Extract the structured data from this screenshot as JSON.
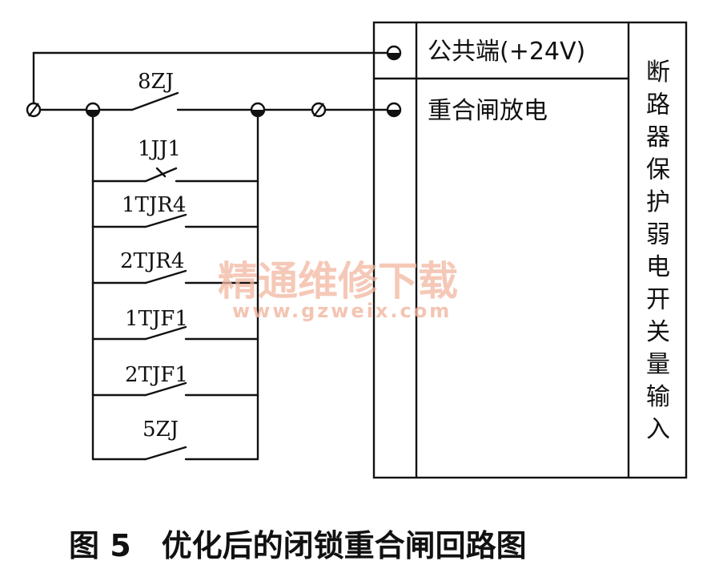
{
  "module": {
    "title": "断路器保护弱电开关量输入",
    "terminals": [
      {
        "label": "公共端(+24V)"
      },
      {
        "label": "重合闸放电"
      }
    ]
  },
  "contacts": [
    {
      "label": "8ZJ"
    },
    {
      "label": "1JJ1"
    },
    {
      "label": "1TJR4"
    },
    {
      "label": "2TJR4"
    },
    {
      "label": "1TJF1"
    },
    {
      "label": "2TJF1"
    },
    {
      "label": "5ZJ"
    }
  ],
  "watermark": {
    "text": "精通维修下载",
    "url": "www.gzweix.com"
  },
  "caption": "图 5　优化后的闭锁重合闸回路图",
  "colors": {
    "line": "#111111",
    "watermark": "#f2b6a0",
    "background": "#ffffff"
  }
}
